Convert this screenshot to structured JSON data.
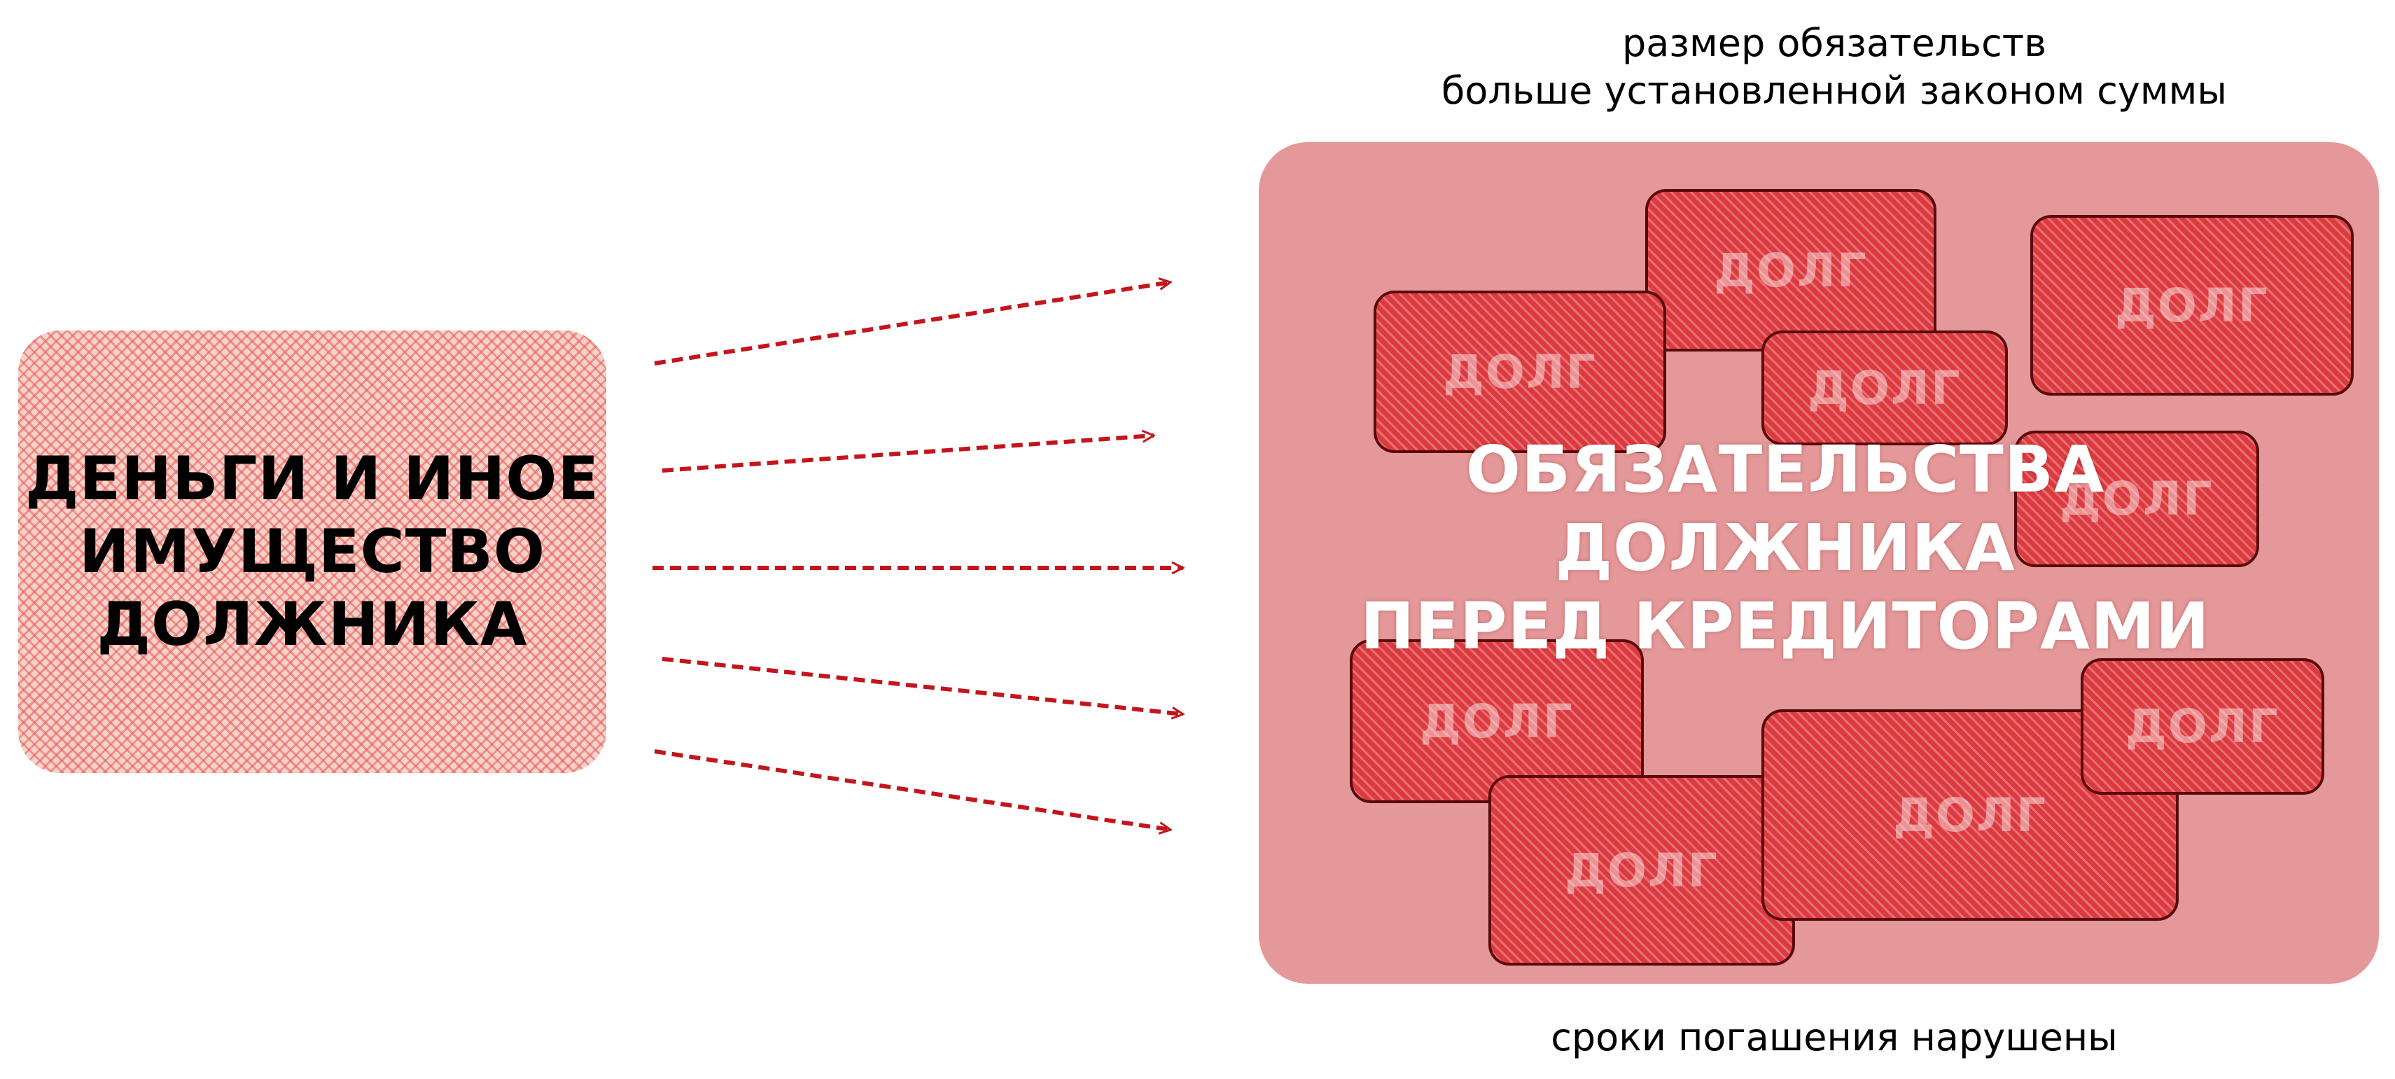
{
  "captions": {
    "top_line1": "размер обязательств",
    "top_line2": "больше установленной законом суммы",
    "bottom": "сроки погашения нарушены"
  },
  "assets": {
    "line1": "ДЕНЬГИ И ИНОЕ",
    "line2": "ИМУЩЕСТВО",
    "line3": "ДОЛЖНИКА"
  },
  "liabilities": {
    "line1": "ОБЯЗАТЕЛЬСТВА",
    "line2": "ДОЛЖНИКА",
    "line3": "ПЕРЕД КРЕДИТОРАМИ"
  },
  "debts": {
    "label": "ДОЛГ",
    "count": 9
  },
  "colors": {
    "arrow": "#c3151b",
    "container": "#e59899",
    "debt_fill": "#dd3a3f",
    "debt_border": "#5a0a0a",
    "assets_fill": "#f7d2cc"
  }
}
